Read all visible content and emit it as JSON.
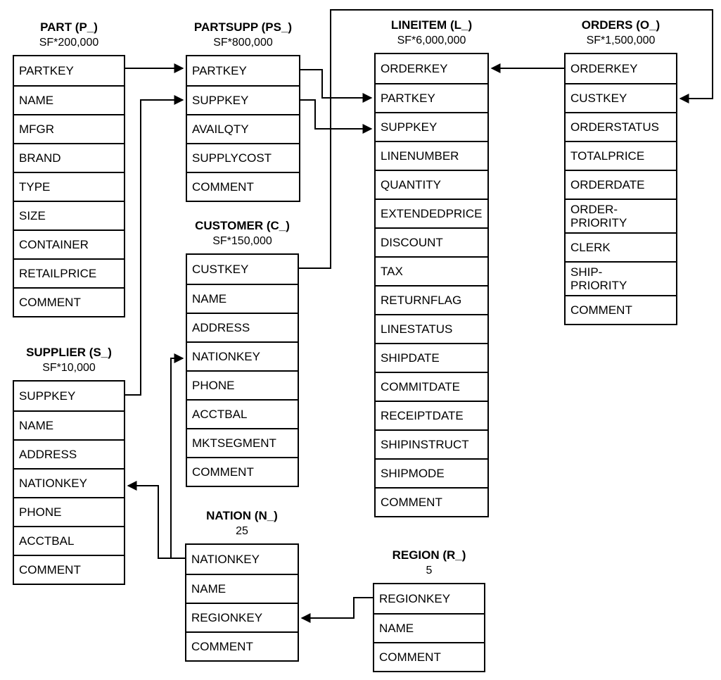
{
  "diagram": {
    "tables": [
      {
        "key": "part",
        "title": "PART (P_)",
        "cardinality": "SF*200,000",
        "columns": [
          "PARTKEY",
          "NAME",
          "MFGR",
          "BRAND",
          "TYPE",
          "SIZE",
          "CONTAINER",
          "RETAILPRICE",
          "COMMENT"
        ]
      },
      {
        "key": "partsupp",
        "title": "PARTSUPP (PS_)",
        "cardinality": "SF*800,000",
        "columns": [
          "PARTKEY",
          "SUPPKEY",
          "AVAILQTY",
          "SUPPLYCOST",
          "COMMENT"
        ]
      },
      {
        "key": "customer",
        "title": "CUSTOMER (C_)",
        "cardinality": "SF*150,000",
        "columns": [
          "CUSTKEY",
          "NAME",
          "ADDRESS",
          "NATIONKEY",
          "PHONE",
          "ACCTBAL",
          "MKTSEGMENT",
          "COMMENT"
        ]
      },
      {
        "key": "nation",
        "title": "NATION (N_)",
        "cardinality": "25",
        "columns": [
          "NATIONKEY",
          "NAME",
          "REGIONKEY",
          "COMMENT"
        ]
      },
      {
        "key": "lineitem",
        "title": "LINEITEM (L_)",
        "cardinality": "SF*6,000,000",
        "columns": [
          "ORDERKEY",
          "PARTKEY",
          "SUPPKEY",
          "LINENUMBER",
          "QUANTITY",
          "EXTENDEDPRICE",
          "DISCOUNT",
          "TAX",
          "RETURNFLAG",
          "LINESTATUS",
          "SHIPDATE",
          "COMMITDATE",
          "RECEIPTDATE",
          "SHIPINSTRUCT",
          "SHIPMODE",
          "COMMENT"
        ]
      },
      {
        "key": "orders",
        "title": "ORDERS (O_)",
        "cardinality": "SF*1,500,000",
        "columns": [
          "ORDERKEY",
          "CUSTKEY",
          "ORDERSTATUS",
          "TOTALPRICE",
          "ORDERDATE",
          "ORDER-\nPRIORITY",
          "CLERK",
          "SHIP-\nPRIORITY",
          "COMMENT"
        ]
      },
      {
        "key": "supplier",
        "title": "SUPPLIER (S_)",
        "cardinality": "SF*10,000",
        "columns": [
          "SUPPKEY",
          "NAME",
          "ADDRESS",
          "NATIONKEY",
          "PHONE",
          "ACCTBAL",
          "COMMENT"
        ]
      },
      {
        "key": "region",
        "title": "REGION (R_)",
        "cardinality": "5",
        "columns": [
          "REGIONKEY",
          "NAME",
          "COMMENT"
        ]
      }
    ],
    "relationships": [
      {
        "from": "PART.PARTKEY",
        "to": "PARTSUPP.PARTKEY"
      },
      {
        "from": "SUPPLIER.SUPPKEY",
        "to": "PARTSUPP.SUPPKEY"
      },
      {
        "from": "PARTSUPP.PARTKEY",
        "to": "LINEITEM.PARTKEY"
      },
      {
        "from": "PARTSUPP.SUPPKEY",
        "to": "LINEITEM.SUPPKEY"
      },
      {
        "from": "ORDERS.ORDERKEY",
        "to": "LINEITEM.ORDERKEY"
      },
      {
        "from": "CUSTOMER.CUSTKEY",
        "to": "ORDERS.CUSTKEY"
      },
      {
        "from": "NATION.NATIONKEY",
        "to": "SUPPLIER.NATIONKEY"
      },
      {
        "from": "NATION.NATIONKEY",
        "to": "CUSTOMER.NATIONKEY"
      },
      {
        "from": "REGION.REGIONKEY",
        "to": "NATION.REGIONKEY"
      }
    ],
    "colors": {
      "border": "#000000",
      "background": "#ffffff",
      "text": "#000000"
    }
  }
}
